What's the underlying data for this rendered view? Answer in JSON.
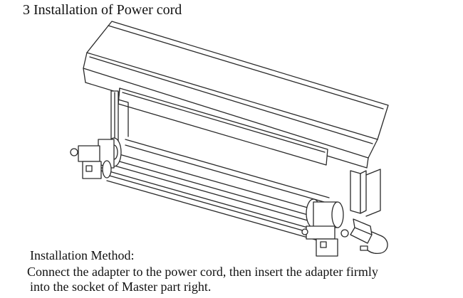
{
  "document": {
    "section_title": "3 Installation of Power cord",
    "method_title": "Installation  Method:",
    "method_lines": [
      "Connect the adapter to the power cord, then insert the adapter firmly",
      "into the socket of Master part right."
    ]
  }
}
